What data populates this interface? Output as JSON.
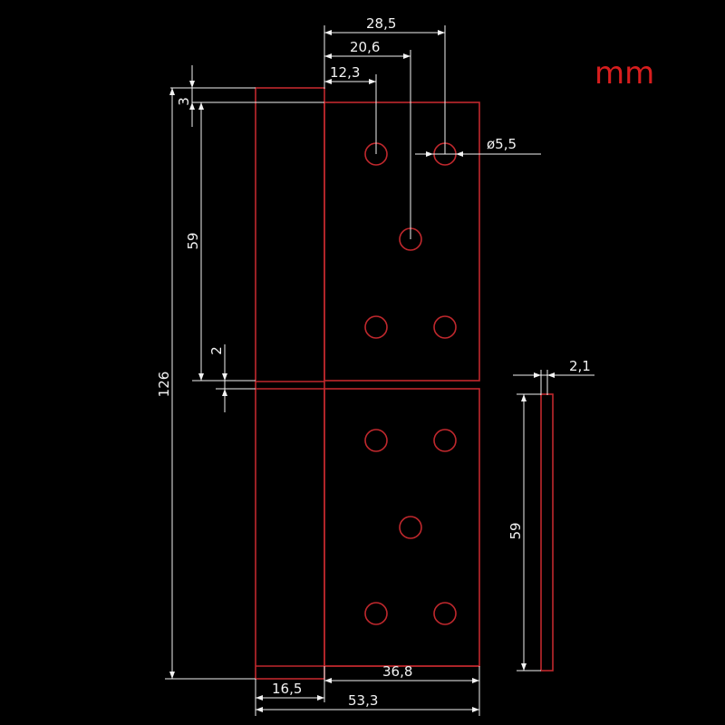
{
  "unit_label": "mm",
  "dimensions": {
    "hole_center_x_third": "28,5",
    "hole_center_x_second": "20,6",
    "hole_center_x_first": "12,3",
    "hole_diameter": "ø5,5",
    "top_offset": "3",
    "leaf_height": "59",
    "gap": "2",
    "total_height": "126",
    "thickness": "2,1",
    "side_height": "59",
    "knuckle_width": "16,5",
    "leaf_width": "36,8",
    "total_width": "53,3"
  },
  "colors": {
    "part_stroke": "#c0282d",
    "dimension": "#f2f2f2",
    "unit_text": "#d81e1e",
    "background": "#000000"
  }
}
